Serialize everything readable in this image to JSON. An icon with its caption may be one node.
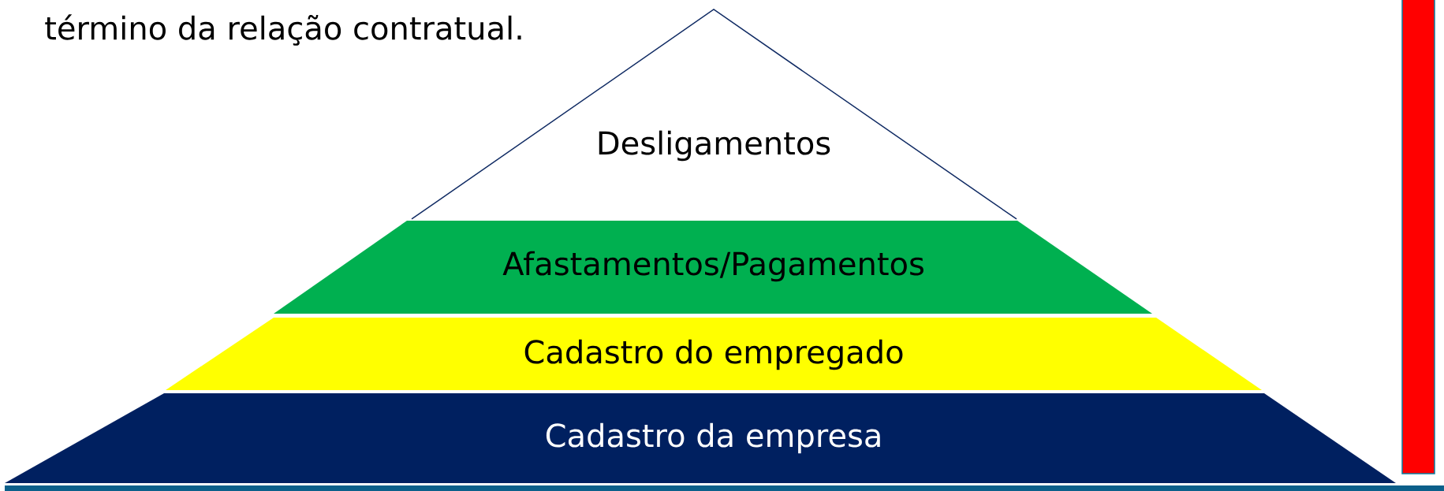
{
  "diagram": {
    "nodes": [
      {
        "text": [
          "Desligamentos"
        ]
      },
      {
        "text": [
          "Afastamentos/Pagamentos"
        ]
      },
      {
        "text": [
          "Cadastro do empregado"
        ]
      },
      {
        "text": [
          "Cadastro da empresa"
        ]
      },
      {
        "text": [],
        "shape": "bar"
      }
    ],
    "labels": [
      "término da relação contratual."
    ]
  }
}
